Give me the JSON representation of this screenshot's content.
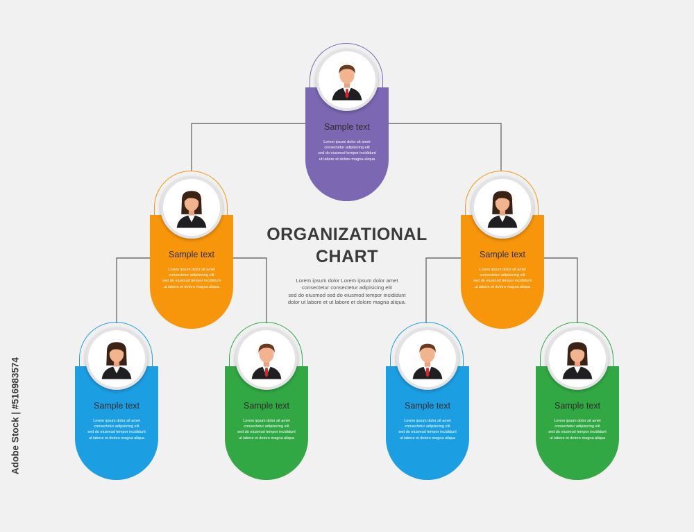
{
  "colors": {
    "purple": "#7b67b2",
    "orange": "#f7960a",
    "blue": "#1b9fe2",
    "green": "#32a845",
    "connector": "#6f6f6f",
    "background": "#f1f1f2"
  },
  "title": "ORGANIZATIONAL\nCHART",
  "description": "Lorem ipsum dolor Lorem ipsum dolor amet\nconsectetur consectetur adipisicing elit\nsed do eiusmod sed do eiusmod tempor incididunt\ndolor ut labore et ut labore et dolore magna aliqua.",
  "watermark": "Adobe Stock | #516983574",
  "nodes": [
    {
      "id": "top",
      "color": "purple",
      "gender": "male",
      "label": "Sample text",
      "desc": "Lorem ipsum dolor sit amet\nconsectetur adipisicing elit\nsed do eiusmod tempor incididunt\nut labore et dolore magna aliqua"
    },
    {
      "id": "mid-left",
      "color": "orange",
      "gender": "female",
      "label": "Sample text",
      "desc": "Lorem ipsum dolor sit amet\nconsectetur adipisicing elit\nsed do eiusmod tempor incididunt\nut labore et dolore magna aliqua"
    },
    {
      "id": "mid-right",
      "color": "orange",
      "gender": "female",
      "label": "Sample text",
      "desc": "Lorem ipsum dolor sit amet\nconsectetur adipisicing elit\nsed do eiusmod tempor incididunt\nut labore et dolore magna aliqua"
    },
    {
      "id": "bottom-1",
      "color": "blue",
      "gender": "female",
      "label": "Sample text",
      "desc": "Lorem ipsum dolor sit amet\nconsectetur adipisicing elit\nsed do eiusmod tempor incididunt\nut labore et dolore magna aliqua"
    },
    {
      "id": "bottom-2",
      "color": "green",
      "gender": "male",
      "label": "Sample text",
      "desc": "Lorem ipsum dolor sit amet\nconsectetur adipisicing elit\nsed do eiusmod tempor incididunt\nut labore et dolore magna aliqua"
    },
    {
      "id": "bottom-3",
      "color": "blue",
      "gender": "male",
      "label": "Sample text",
      "desc": "Lorem ipsum dolor sit amet\nconsectetur adipisicing elit\nsed do eiusmod tempor incididunt\nut labore et dolore magna aliqua"
    },
    {
      "id": "bottom-4",
      "color": "green",
      "gender": "female",
      "label": "Sample text",
      "desc": "Lorem ipsum dolor sit amet\nconsectetur adipisicing elit\nsed do eiusmod tempor incididunt\nut labore et dolore magna aliqua"
    }
  ]
}
